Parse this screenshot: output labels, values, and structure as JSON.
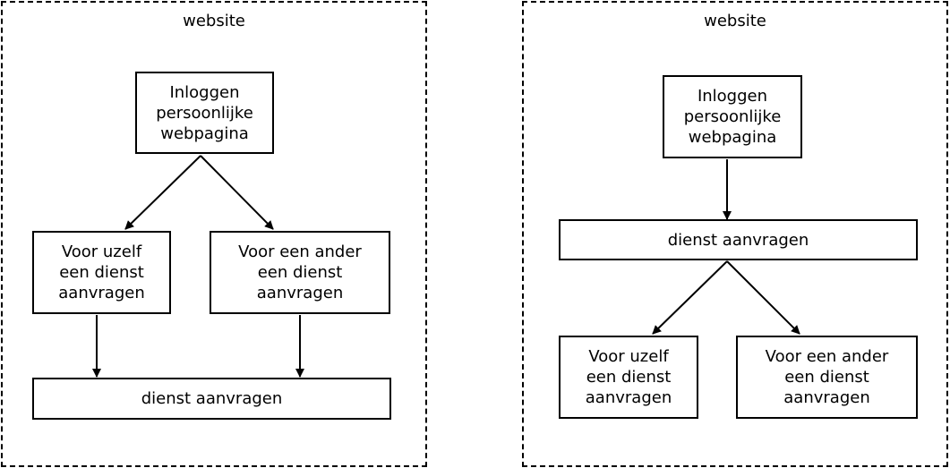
{
  "left": {
    "title": "website",
    "login": "Inloggen\npersoonlijke\nwebpagina",
    "self": "Voor uzelf\neen dienst\naanvragen",
    "other": "Voor een ander\neen dienst\naanvragen",
    "request": "dienst aanvragen"
  },
  "right": {
    "title": "website",
    "login": "Inloggen\npersoonlijke\nwebpagina",
    "request": "dienst aanvragen",
    "self": "Voor uzelf\neen dienst\naanvragen",
    "other": "Voor een ander\neen dienst\naanvragen"
  }
}
